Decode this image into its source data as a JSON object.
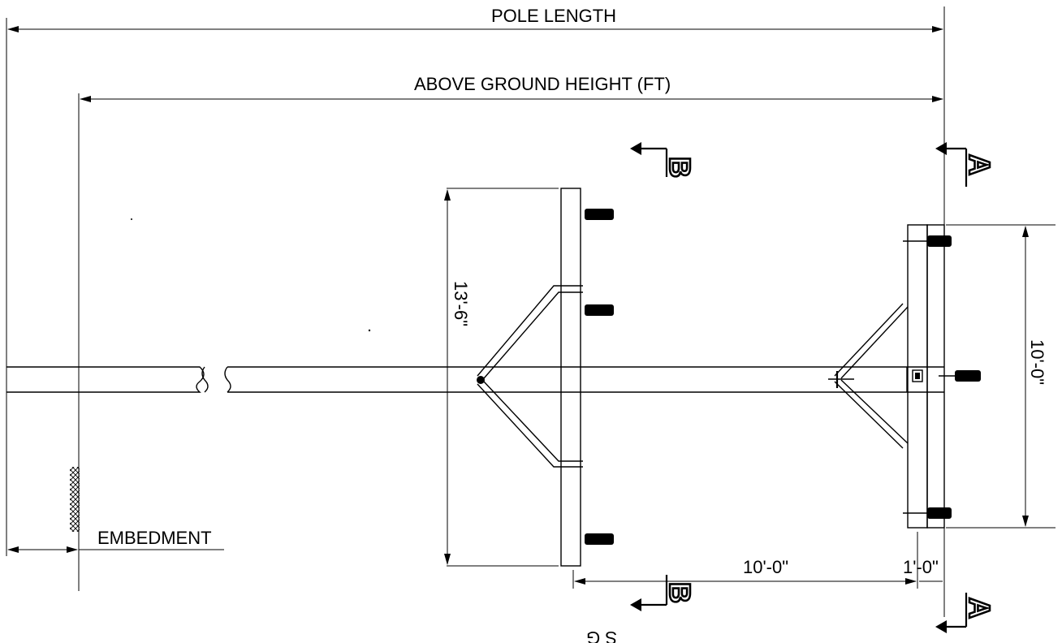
{
  "labels": {
    "pole_length": "POLE LENGTH",
    "above_ground_height": "ABOVE GROUND HEIGHT (FT)",
    "embedment": "EMBEDMENT",
    "crossarm_b_length": "13'-6\"",
    "crossarm_a_length": "10'-0\"",
    "arm_spacing": "10'-0\"",
    "top_offset": "1'-0\"",
    "section_a": "A",
    "section_b": "B",
    "cut_text": "S G"
  },
  "colors": {
    "line": "#000000",
    "background": "#ffffff"
  },
  "icons": [
    "section-arrow-icon",
    "insulator-icon",
    "hatch-ground-icon",
    "bolt-plate-icon"
  ]
}
